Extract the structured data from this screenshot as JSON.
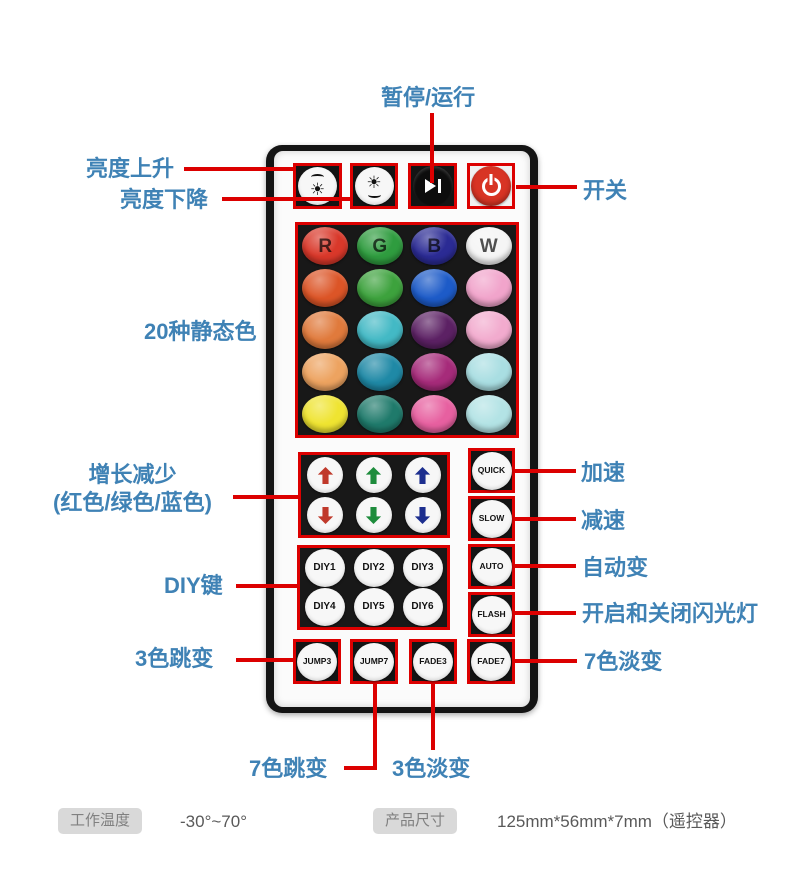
{
  "labels": {
    "pause_run": "暂停/运行",
    "brightness_up": "亮度上升",
    "brightness_down": "亮度下降",
    "power": "开关",
    "static_colors": "20种静态色",
    "rgb_adjust_line1": "增长减少",
    "rgb_adjust_line2": "(红色/绿色/蓝色)",
    "diy_keys": "DIY键",
    "jump3": "3色跳变",
    "speed_up": "加速",
    "speed_down": "减速",
    "auto_change": "自动变",
    "flash_toggle": "开启和关闭闪光灯",
    "fade7": "7色淡变",
    "jump7": "7色跳变",
    "fade3": "3色淡变"
  },
  "colors": {
    "label_blue": "#3f82b5",
    "annotation_red": "#dc0000"
  },
  "remote": {
    "color_grid": [
      {
        "color": "#d9382a",
        "label": "R"
      },
      {
        "color": "#2f9c3f",
        "label": "G"
      },
      {
        "color": "#2b2b94",
        "label": "B"
      },
      {
        "color": "#f5f5f5",
        "label": "W"
      },
      {
        "color": "#dc5527",
        "label": ""
      },
      {
        "color": "#3da23d",
        "label": ""
      },
      {
        "color": "#1d5bc8",
        "label": ""
      },
      {
        "color": "#f1a4cb",
        "label": ""
      },
      {
        "color": "#e07a3c",
        "label": ""
      },
      {
        "color": "#43b9c5",
        "label": ""
      },
      {
        "color": "#5c2164",
        "label": ""
      },
      {
        "color": "#f2abce",
        "label": ""
      },
      {
        "color": "#eda360",
        "label": ""
      },
      {
        "color": "#1f89a6",
        "label": ""
      },
      {
        "color": "#a62b7a",
        "label": ""
      },
      {
        "color": "#a9dee2",
        "label": ""
      },
      {
        "color": "#efe431",
        "label": ""
      },
      {
        "color": "#1f7a6b",
        "label": ""
      },
      {
        "color": "#e760a0",
        "label": ""
      },
      {
        "color": "#b3e3e5",
        "label": ""
      }
    ],
    "arrows": [
      {
        "dir": "up",
        "color": "#c0392b"
      },
      {
        "dir": "up",
        "color": "#1e8c3c"
      },
      {
        "dir": "up",
        "color": "#1d2f8f"
      },
      {
        "dir": "down",
        "color": "#c0392b"
      },
      {
        "dir": "down",
        "color": "#1e8c3c"
      },
      {
        "dir": "down",
        "color": "#1d2f8f"
      }
    ],
    "side_keys": [
      "QUICK",
      "SLOW",
      "AUTO",
      "FLASH"
    ],
    "diy_keys": [
      "DIY1",
      "DIY2",
      "DIY3",
      "DIY4",
      "DIY5",
      "DIY6"
    ],
    "bottom_keys": [
      "JUMP3",
      "JUMP7",
      "FADE3",
      "FADE7"
    ]
  },
  "specs": [
    {
      "label": "工作温度",
      "value": "-30°~70°"
    },
    {
      "label": "产品尺寸",
      "value": "125mm*56mm*7mm（遥控器）"
    }
  ]
}
